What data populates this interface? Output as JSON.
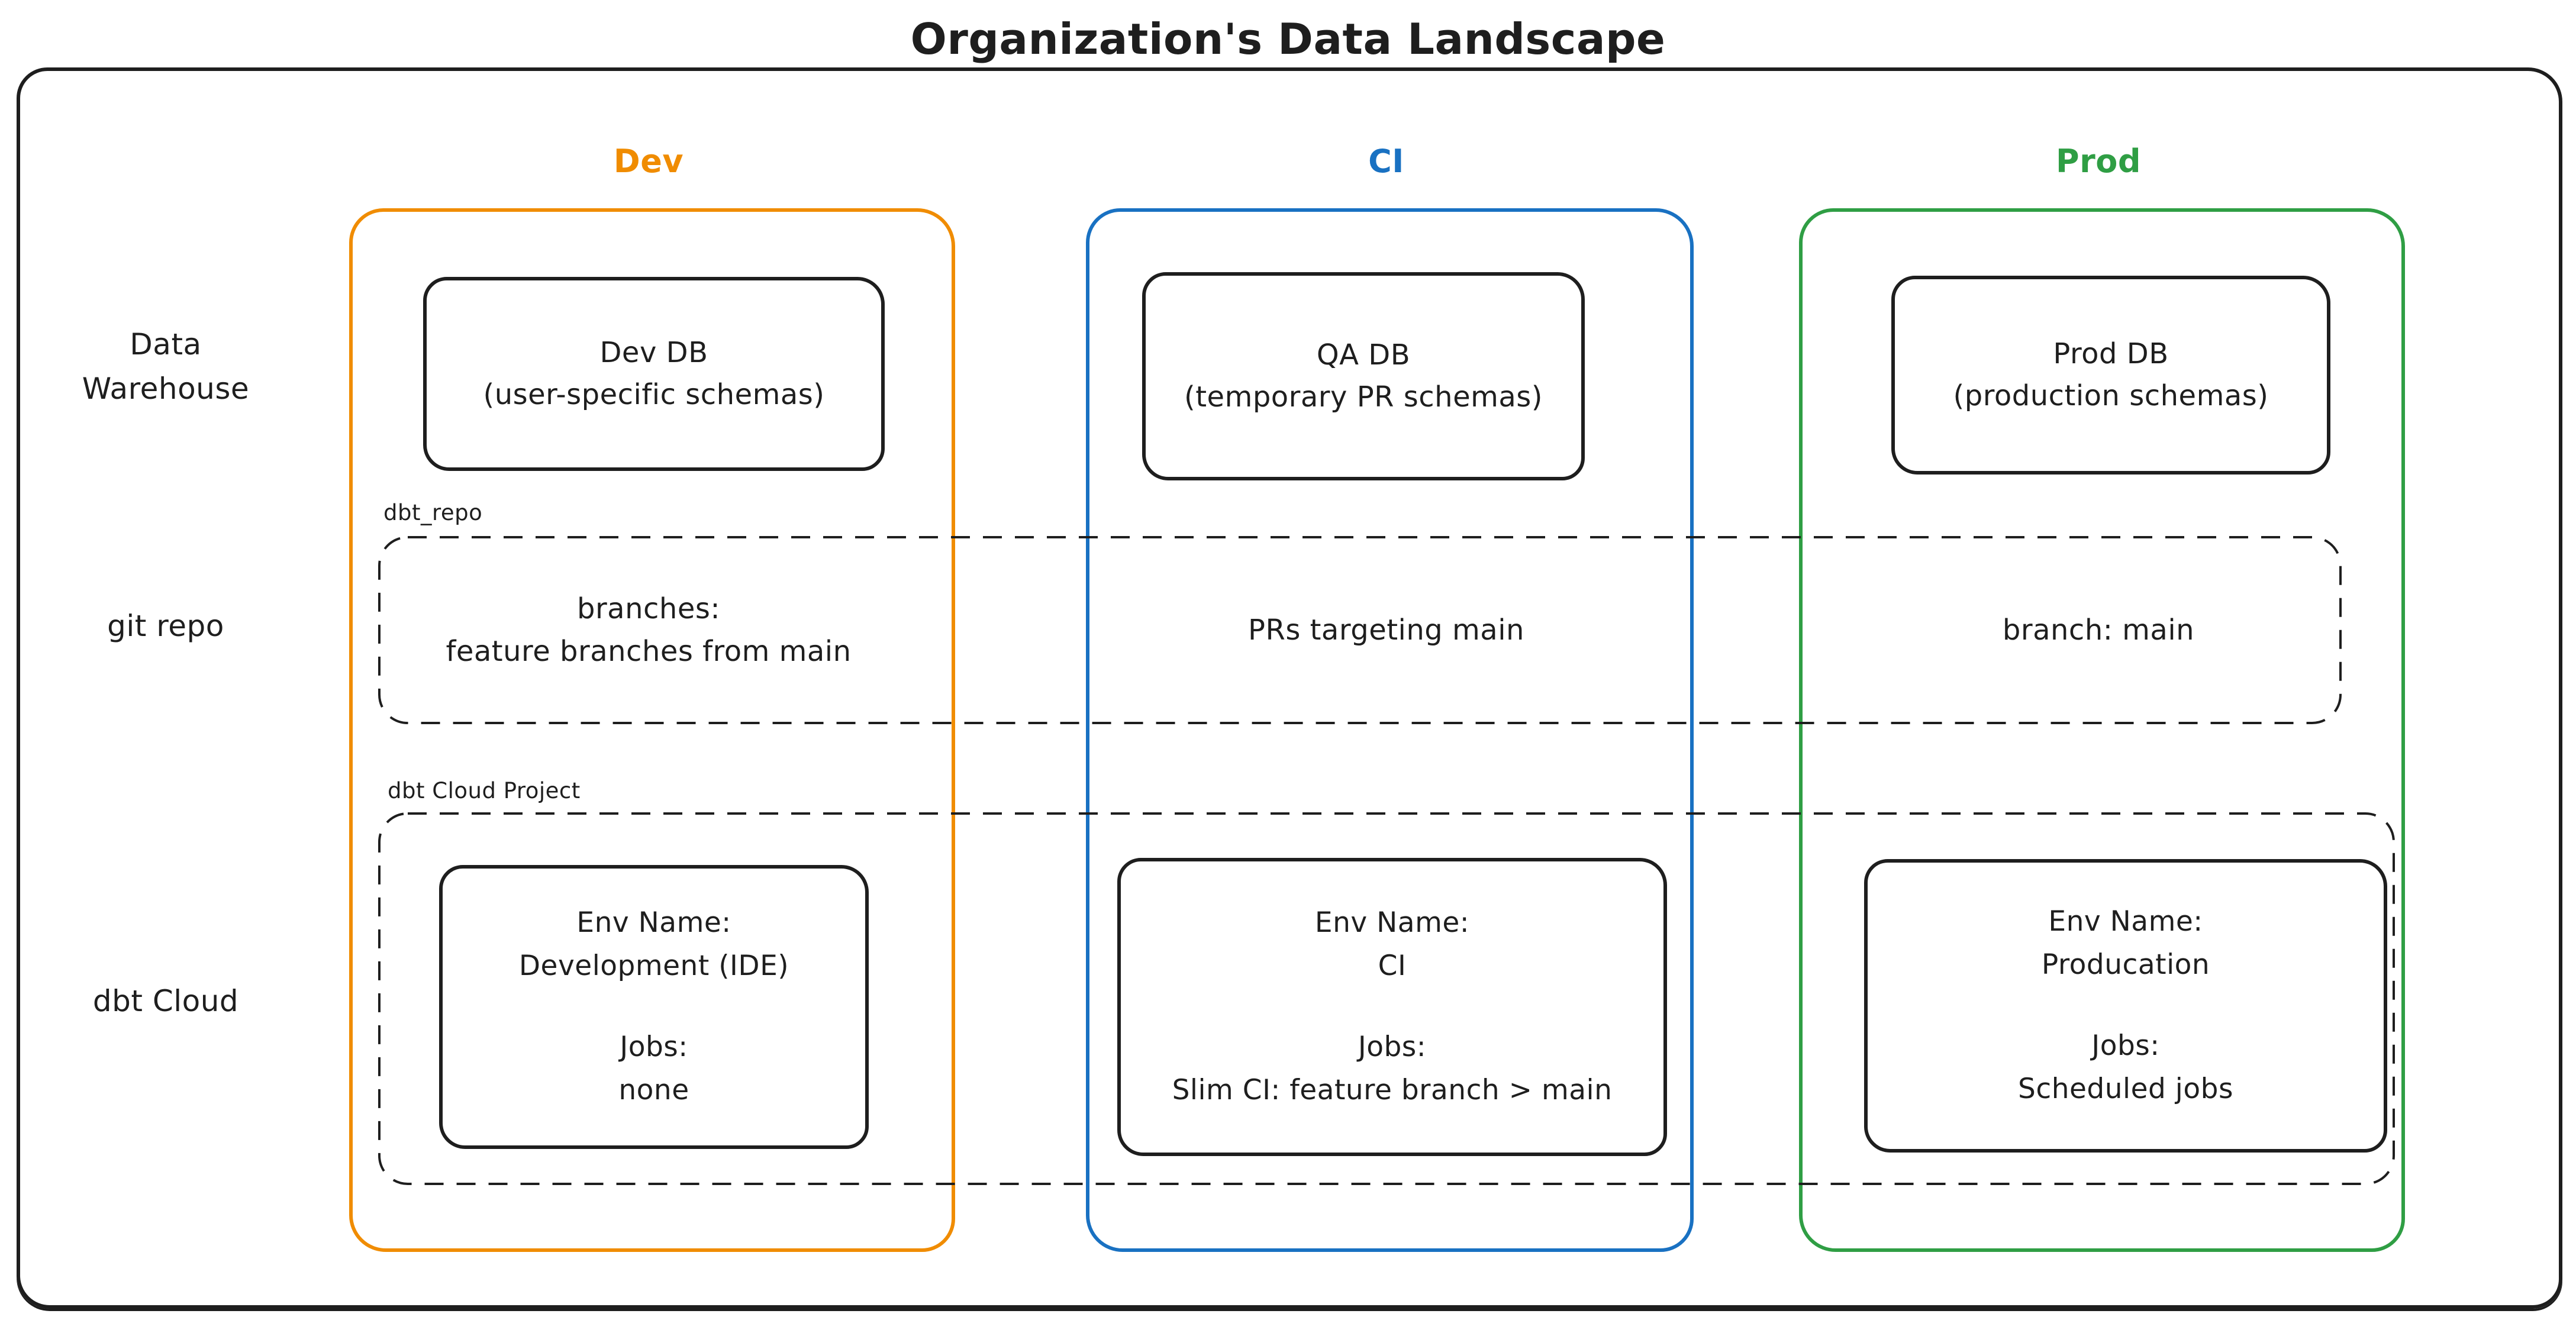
{
  "title": "Organization's Data Landscape",
  "colors": {
    "dev": "#f08c00",
    "ci": "#1971c2",
    "prod": "#2f9e44",
    "ink": "#1e1e1e"
  },
  "rows": {
    "warehouse_label": "Data\nWarehouse",
    "git_label": "git repo",
    "dbt_label": "dbt Cloud"
  },
  "group_labels": {
    "git_repo": "dbt_repo",
    "dbt_cloud": "dbt Cloud Project"
  },
  "columns": [
    {
      "header": "Dev",
      "db_title": "Dev DB",
      "db_subtitle": "(user-specific schemas)",
      "git_text": "branches:\nfeature branches from main",
      "env_label": "Env Name:",
      "env_value": "Development (IDE)",
      "jobs_label": "Jobs:",
      "jobs_value": "none"
    },
    {
      "header": "CI",
      "db_title": "QA DB",
      "db_subtitle": "(temporary PR schemas)",
      "git_text": "PRs targeting main",
      "env_label": "Env Name:",
      "env_value": "CI",
      "jobs_label": "Jobs:",
      "jobs_value": "Slim CI: feature branch > main"
    },
    {
      "header": "Prod",
      "db_title": "Prod DB",
      "db_subtitle": "(production schemas)",
      "git_text": "branch: main",
      "env_label": "Env Name:",
      "env_value": "Producation",
      "jobs_label": "Jobs:",
      "jobs_value": "Scheduled jobs"
    }
  ]
}
